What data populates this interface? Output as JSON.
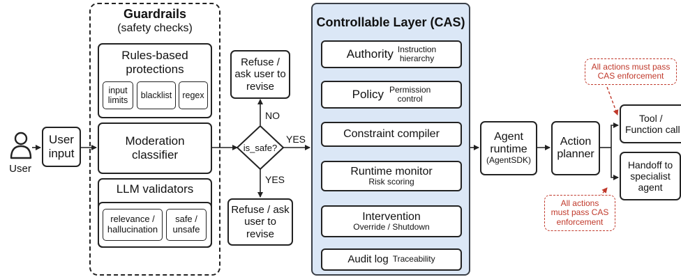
{
  "user": {
    "label": "User"
  },
  "user_input": {
    "label_line1": "User",
    "label_line2": "input"
  },
  "guardrails": {
    "title": "Guardrails",
    "subtitle": "(safety checks)",
    "rules": {
      "title_line1": "Rules-based",
      "title_line2": "protections",
      "items": [
        "input limits",
        "blacklist",
        "regex"
      ],
      "input_limits_line1": "input",
      "input_limits_line2": "limits"
    },
    "moderation": {
      "line1": "Moderation",
      "line2": "classifier"
    },
    "llm": {
      "title": "LLM validators",
      "relevance_line1": "relevance /",
      "relevance_line2": "hallucination",
      "safe_line1": "safe /",
      "safe_line2": "unsafe"
    }
  },
  "decision": {
    "label": "is_safe?",
    "no_label": "NO",
    "yes_up_label": "YES",
    "yes_down_label": "YES"
  },
  "refuse_top": {
    "line1": "Refuse /",
    "line2": "ask user to",
    "line3": "revise"
  },
  "refuse_bottom": {
    "line1": "Refuse / ask",
    "line2": "user to",
    "line3": "revise"
  },
  "cas": {
    "title": "Controllable Layer (CAS)",
    "authority": {
      "main": "Authority",
      "sub_line1": "Instruction",
      "sub_line2": "hierarchy"
    },
    "policy": {
      "main": "Policy",
      "sub_line1": "Permission",
      "sub_line2": "control"
    },
    "constraint": {
      "main": "Constraint compiler"
    },
    "runtime_monitor": {
      "main": "Runtime monitor",
      "sub": "Risk scoring"
    },
    "intervention": {
      "main": "Intervention",
      "sub": "Override / Shutdown"
    },
    "audit": {
      "main": "Audit log",
      "sub": "Traceability"
    }
  },
  "agent_runtime": {
    "line1": "Agent",
    "line2": "runtime",
    "line3": "(AgentSDK)"
  },
  "action_planner": {
    "line1": "Action",
    "line2": "planner"
  },
  "tool": {
    "line1": "Tool /",
    "line2": "Function call"
  },
  "handoff": {
    "line1": "Handoff to",
    "line2": "specialist",
    "line3": "agent"
  },
  "note_top": {
    "line1": "All actions must pass",
    "line2": "CAS enforcement"
  },
  "note_bottom": {
    "line1": "All actions",
    "line2": "must pass CAS",
    "line3": "enforcement"
  },
  "colors": {
    "cas_fill": "#dbe7f6",
    "note_red": "#c0392b"
  }
}
